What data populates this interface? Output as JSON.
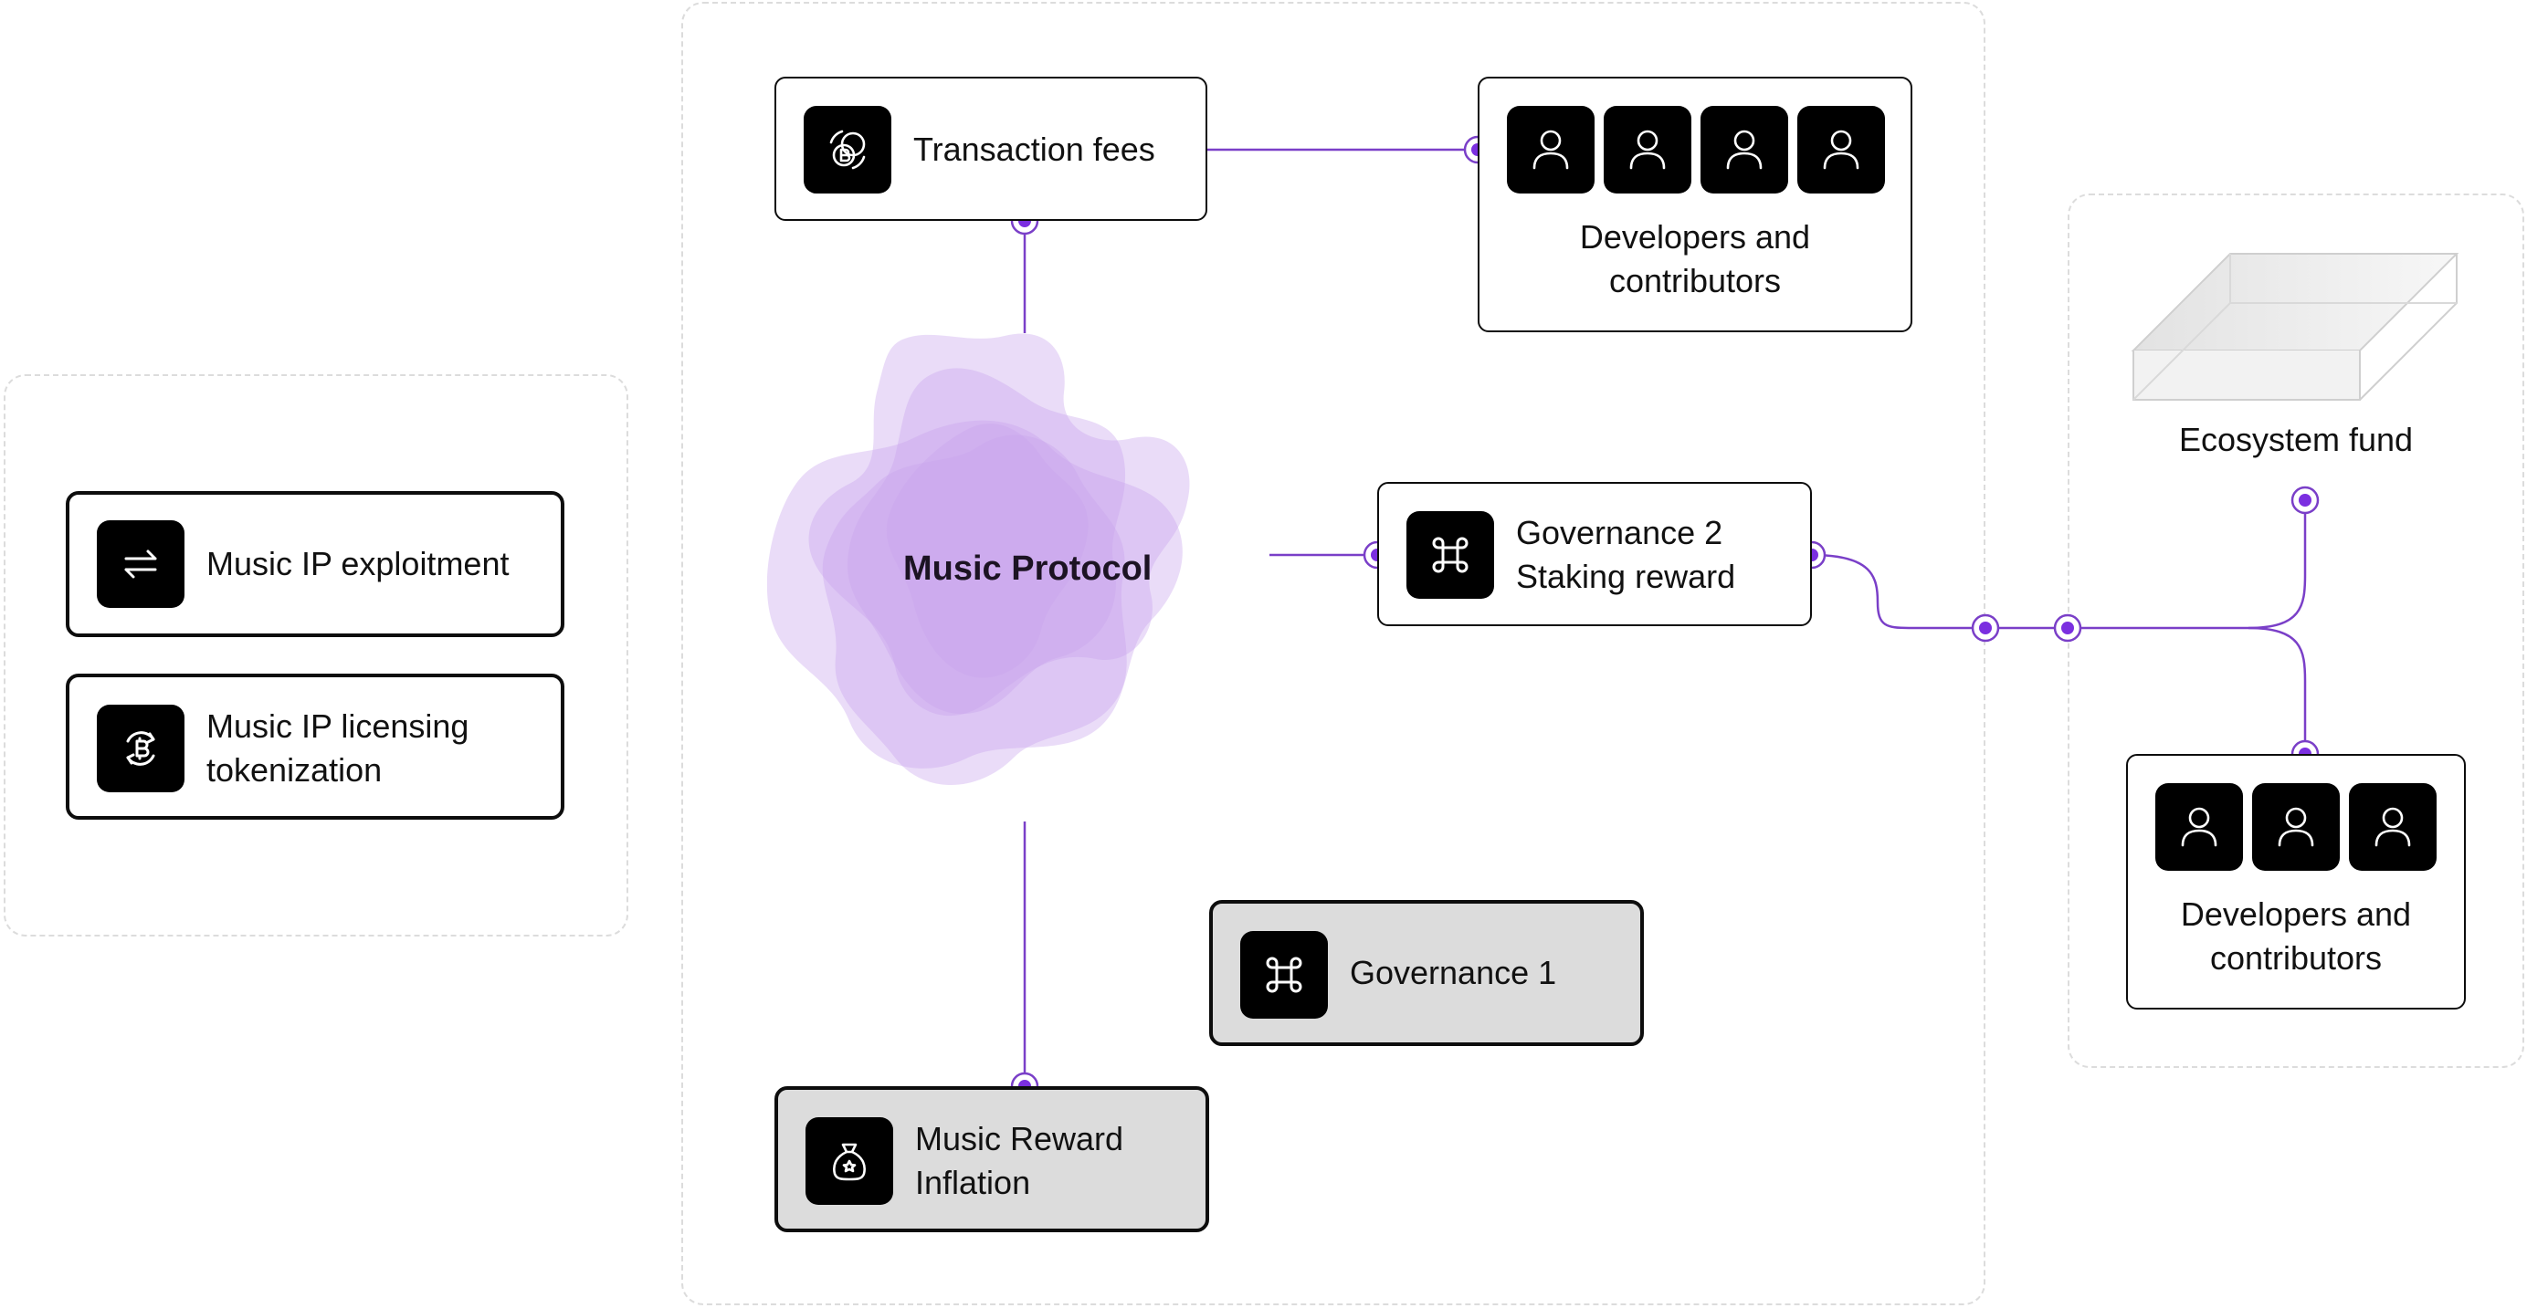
{
  "colors": {
    "accent": "#7b2fe0",
    "line": "#7a3fc8",
    "blob": "#c9a4ec",
    "card_border": "#0d0d0d",
    "grey_card": "#dcdcdc",
    "dashed_region": "#dcdcdc"
  },
  "left_panel": {
    "items": [
      {
        "label": "Music IP exploitment",
        "icon": "arrows-swap-icon"
      },
      {
        "label": "Music IP licensing tokenization",
        "label_line1": "Music IP licensing",
        "label_line2": "tokenization",
        "icon": "token-cycle-icon"
      }
    ]
  },
  "center": {
    "protocol_label": "Music Protocol",
    "transaction_fees": {
      "label": "Transaction fees",
      "icon": "coins-cycle-icon"
    },
    "developers_top": {
      "label_line1": "Developers and",
      "label_line2": "contributors",
      "avatar_count": 4,
      "icon": "user-icon"
    },
    "governance2": {
      "label_line1": "Governance 2",
      "label_line2": "Staking reward",
      "icon": "command-icon"
    },
    "governance1": {
      "label": "Governance 1",
      "icon": "command-icon"
    },
    "music_reward": {
      "label_line1": "Music Reward",
      "label_line2": "Inflation",
      "icon": "reward-bag-icon"
    }
  },
  "right_panel": {
    "ecosystem_fund": {
      "label": "Ecosystem fund",
      "icon": "tray-icon"
    },
    "developers_bottom": {
      "label_line1": "Developers and",
      "label_line2": "contributors",
      "avatar_count": 3,
      "icon": "user-icon"
    }
  }
}
